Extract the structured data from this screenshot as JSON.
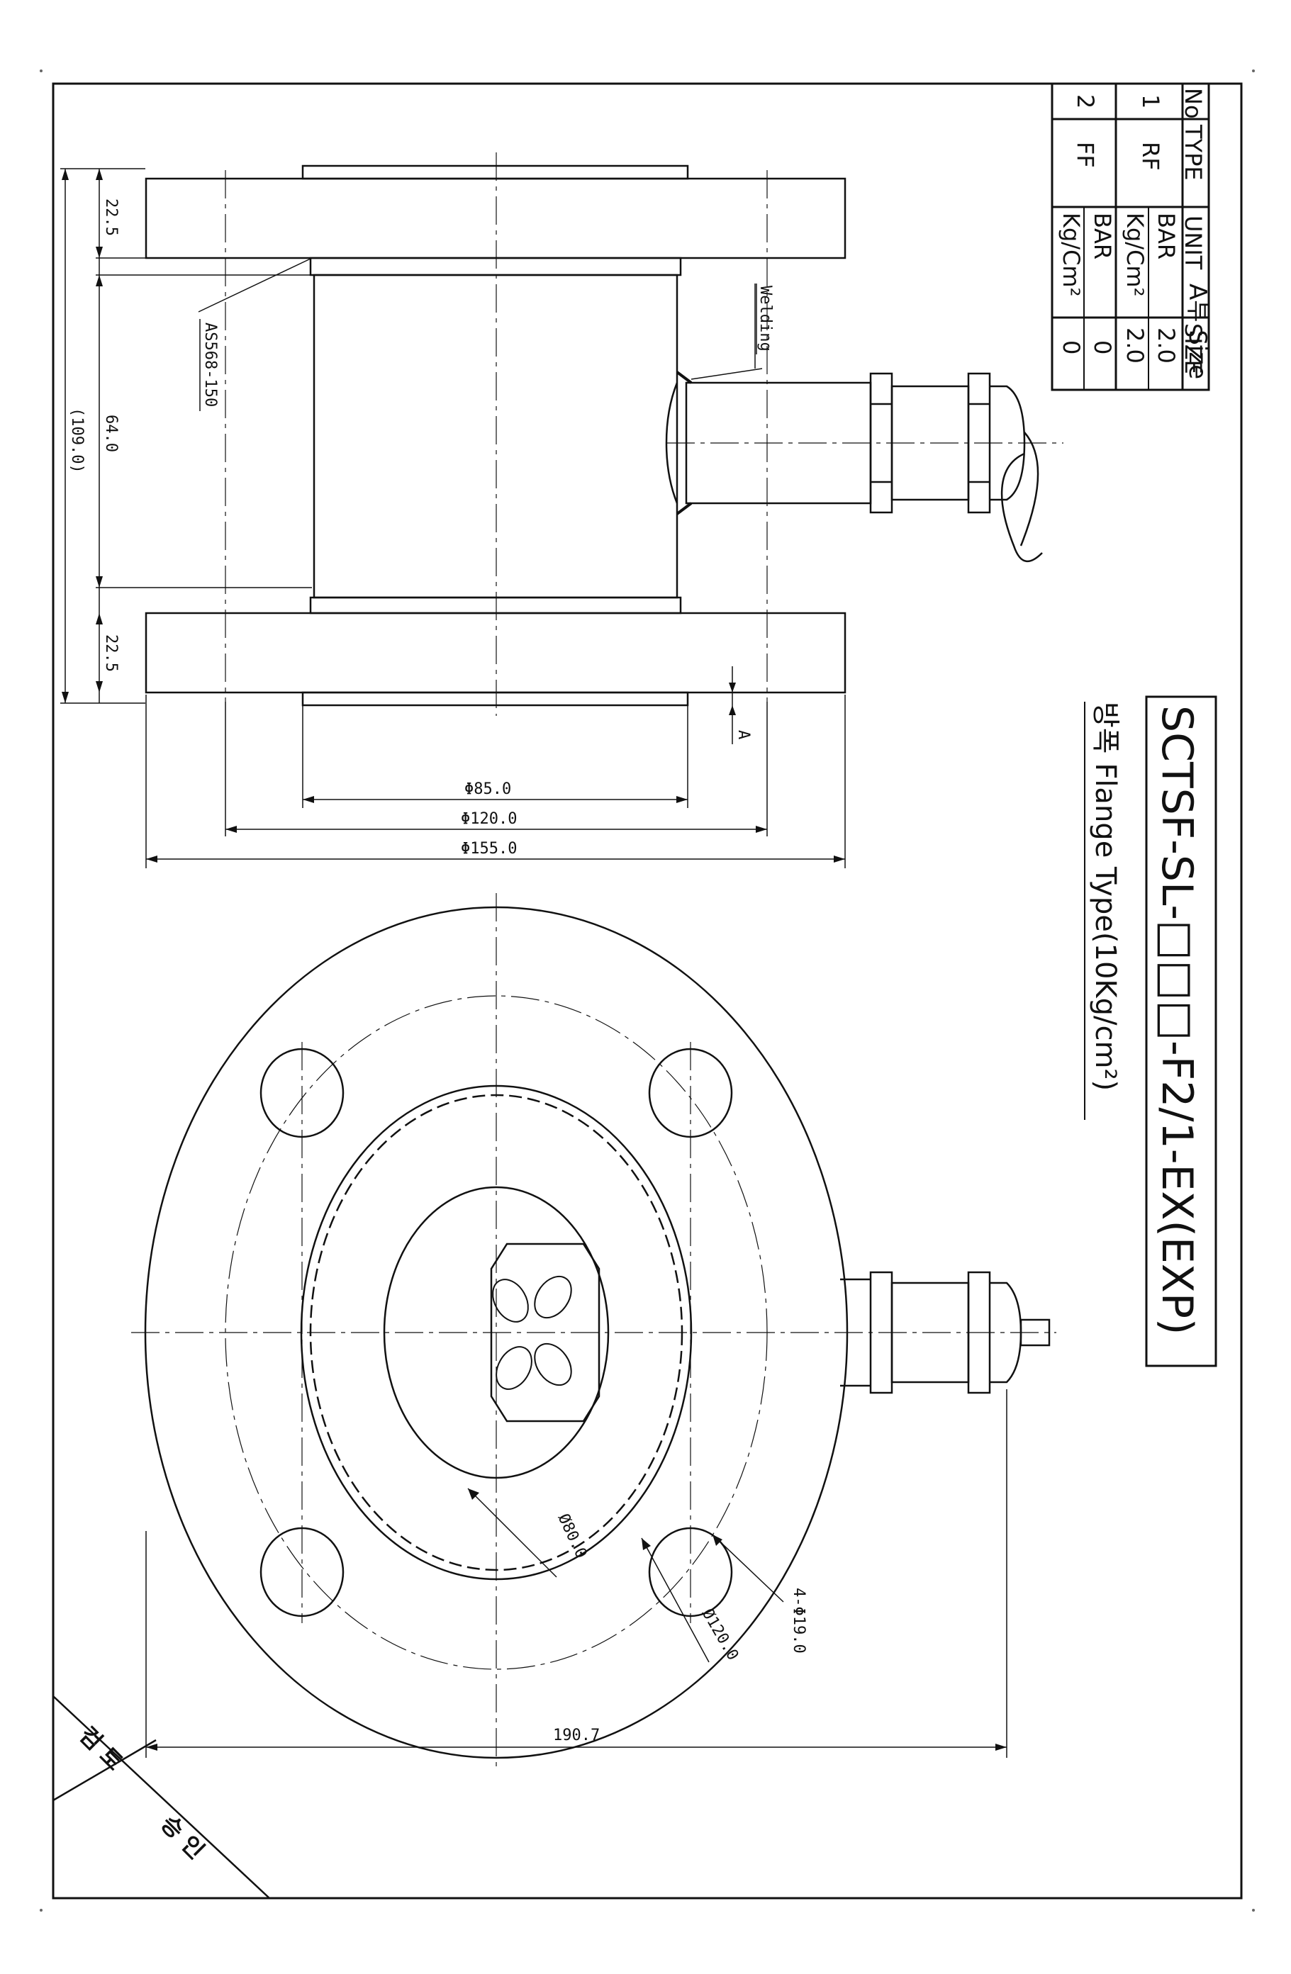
{
  "title_block": {
    "title": "SCTSF-SL-□□□-F2/1-EX(EXP)",
    "subtitle": "방폭 Flange Type(10Kg/cm²)"
  },
  "size_table": {
    "caption": "A부 Size",
    "headers": [
      "No",
      "TYPE",
      "UNIT",
      "SIZE"
    ],
    "rows": [
      {
        "no": "1",
        "type": "RF",
        "units": [
          "BAR",
          "Kg/Cm²"
        ],
        "sizes": [
          "2.0",
          "2.0"
        ]
      },
      {
        "no": "2",
        "type": "FF",
        "units": [
          "BAR",
          "Kg/Cm²"
        ],
        "sizes": [
          "0",
          "0"
        ]
      }
    ]
  },
  "side_view": {
    "dims": {
      "flange_thk_top": "22.5",
      "body_len": "64.0",
      "overall_len": "(109.0)",
      "flange_thk_bottom": "22.5",
      "d_inner": "Φ85.0",
      "d_pcd": "Φ120.0",
      "d_outer": "Φ155.0",
      "detail_a": "A"
    },
    "callouts": {
      "oring": "AS568-150",
      "welding": "Welding"
    }
  },
  "front_view": {
    "dims": {
      "bore": "Ø80.0",
      "pcd": "Ø120.0",
      "holes": "4-Φ19.0",
      "overall_width": "190.7"
    }
  },
  "approval": {
    "review": "검 토",
    "approve": "승 인"
  }
}
